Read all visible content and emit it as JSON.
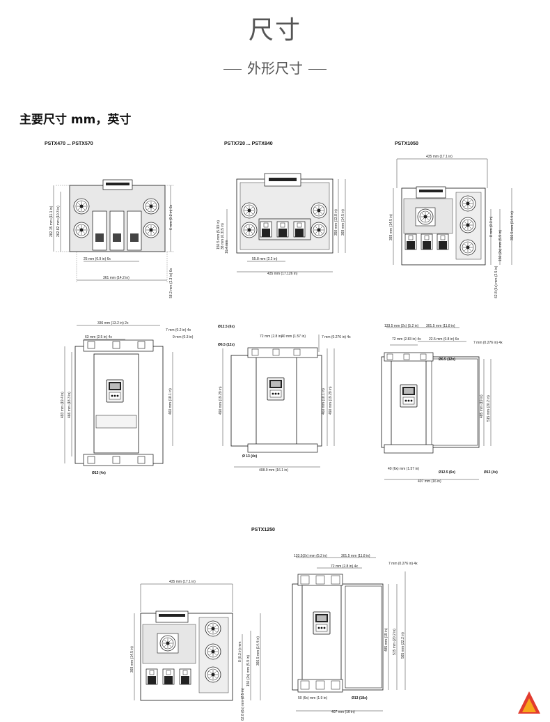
{
  "title": "尺寸",
  "subtitle": "外形尺寸",
  "heading": "主要尺寸 mm，英寸",
  "models": [
    "PSTX470 ... PSTX570",
    "PSTX720 ... PSTX840",
    "PSTX1050",
    "PSTX1250"
  ],
  "top1": {
    "h1": "282.15 mm (11.1 in)",
    "h2": "262.82 mm (10.3 in)",
    "r1": "6 mm (0.2 in) 6x",
    "r2": "58.2 mm (2.3 in) 6x",
    "b1": "25 mm (0.9 in) 6x",
    "b2": "361 mm (14.2 in)"
  },
  "top2": {
    "l1": "150.5 mm (5.93 in)",
    "l2": "38 mm (0.315 in)",
    "l3": "10.4 mm",
    "r1": "350 mm (13.8 in)",
    "r2": "369 mm (14.5 in)",
    "b1": "55.8 mm (2.2 in)",
    "b2": "435 mm (17.126 in)"
  },
  "top3": {
    "t1": "435 mm (17.1 in)",
    "l1": "369 mm (14.5 in)",
    "r1": "8 mm (0.3 in)",
    "r2": "150 (2x) mm (5.9 in)",
    "r3": "366.5 mm (14.4 in)",
    "r4": "62.8 (6x) mm (2.5 in)"
  },
  "mid1": {
    "t1": "336 mm (13.2 in) 2x",
    "t2": "63 mm (2.5 in) 4x",
    "t3": "7 mm (0.2 in) 4x",
    "t4": "9 mm (0.3 in)",
    "l1": "493 mm (19.4 in)",
    "l2": "466 mm (18.3 in)",
    "r1": "460 mm (18.1 in)",
    "b1": "Ø13 (4x)"
  },
  "mid2": {
    "t1": "Ø12.5 (6x)",
    "t2": "Ø6.5 (12x)",
    "t3": "72 mm (2.8 in)",
    "t4": "40 mm (1.57 in)",
    "t5": "7 mm (0.276 in) 4x",
    "l1": "490 mm (19.29 in)",
    "r1": "460 mm (18.1 in)",
    "r2": "490 mm (19.29 in)",
    "b1": "Ø 13 (4x)",
    "b2": "408.9 mm (16.1 in)"
  },
  "mid3": {
    "t1": "133.5 mm (2x) (5.2 in)",
    "t2": "301.5 mm (11.8 in)",
    "t3": "72 mm (2.83 in) 4x",
    "t4": "22.5 mm (0.8 in) 6x",
    "t5": "7 mm (0.276 in) 4x",
    "t6": "Ø6.5 (12x)",
    "r1": "485 mm (19 in)",
    "r2": "515 mm (20.2 in)",
    "b1": "40 (6x) mm (1.57 in)",
    "b2": "Ø12.5 (6x)",
    "b3": "Ø13 (4x)",
    "b4": "407 mm (16 in)"
  },
  "bot1": {
    "t1": "435 mm (17.1 in)",
    "l1": "369 mm (14.5 in)",
    "r1": "8 (0.3 in) mm",
    "r2": "150 (2x) mm (5.9 in)",
    "r3": "366.5 mm (14.4 in)",
    "r4": "62.8 (6x) mm (2.5 in)"
  },
  "bot2": {
    "t1": "133.5(2x) mm (5.2 in)",
    "t2": "301.5 mm (11.8 in)",
    "t3": "72 mm (2.8 in) 4x",
    "t4": "7 mm (0.276 in) 4x",
    "r1": "485 mm (19 in)",
    "r2": "515 mm (20.2 in)",
    "r3": "565 mm (22.2 in)",
    "b1": "50 (6x) mm (1.9 in)",
    "b2": "Ø13 (18x)",
    "b3": "407 mm (16 in)"
  }
}
